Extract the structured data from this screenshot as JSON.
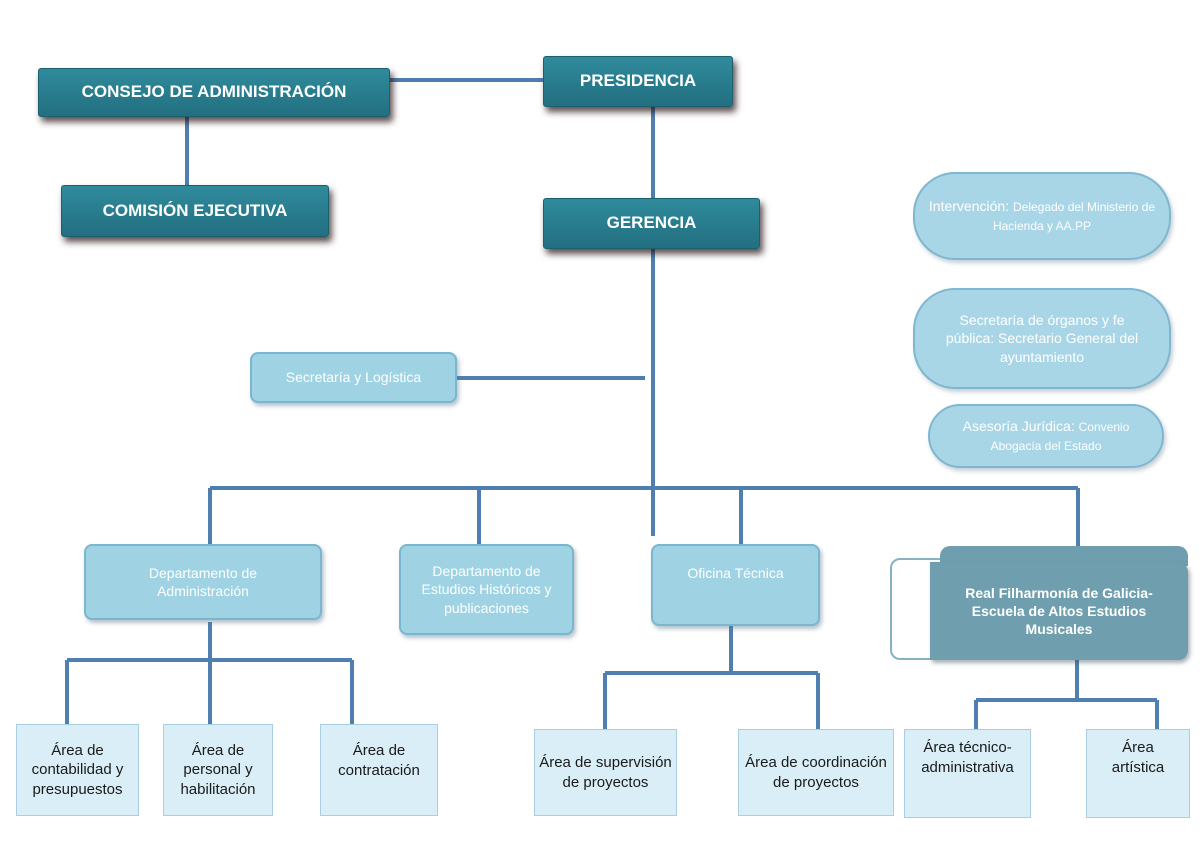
{
  "nodes": {
    "consejo": "CONSEJO  DE ADMINISTRACIÓN",
    "presidencia": "PRESIDENCIA",
    "comision": "COMISIÓN EJECUTIVA",
    "gerencia": "GERENCIA",
    "secretaria_logistica": "Secretaría y Logística",
    "intervencion_title": "Intervención:",
    "intervencion_detail": "Delegado del Ministerio de Hacienda y AA.PP",
    "secretaria_organos": "Secretaría de órganos y fe pública: Secretario General del ayuntamiento",
    "asesoria_title": "Asesoría Jurídica:",
    "asesoria_detail": "Convenio Abogacía del Estado",
    "dep_administracion": "Departamento de Administración",
    "dep_estudios": "Departamento de Estudios Históricos y publicaciones",
    "oficina_tecnica": "Oficina Técnica",
    "rfg": "Real Filharmonía de Galicia-Escuela de Altos Estudios Musicales",
    "area_contabilidad": "Área de contabilidad y presupuestos",
    "area_personal": "Área de personal y habilitación",
    "area_contratacion": "Área de contratación",
    "area_supervision": "Área de supervisión de proyectos",
    "area_coordinacion": "Área de coordinación de proyectos",
    "area_tecnico": "Área técnico-administrativa",
    "area_artistica": "Área artística"
  },
  "colors": {
    "connector": "#4f7fb0",
    "dark_node": "#2a7d8e",
    "light_node": "#9fd3e3",
    "leaf_node": "#d9eef6"
  }
}
